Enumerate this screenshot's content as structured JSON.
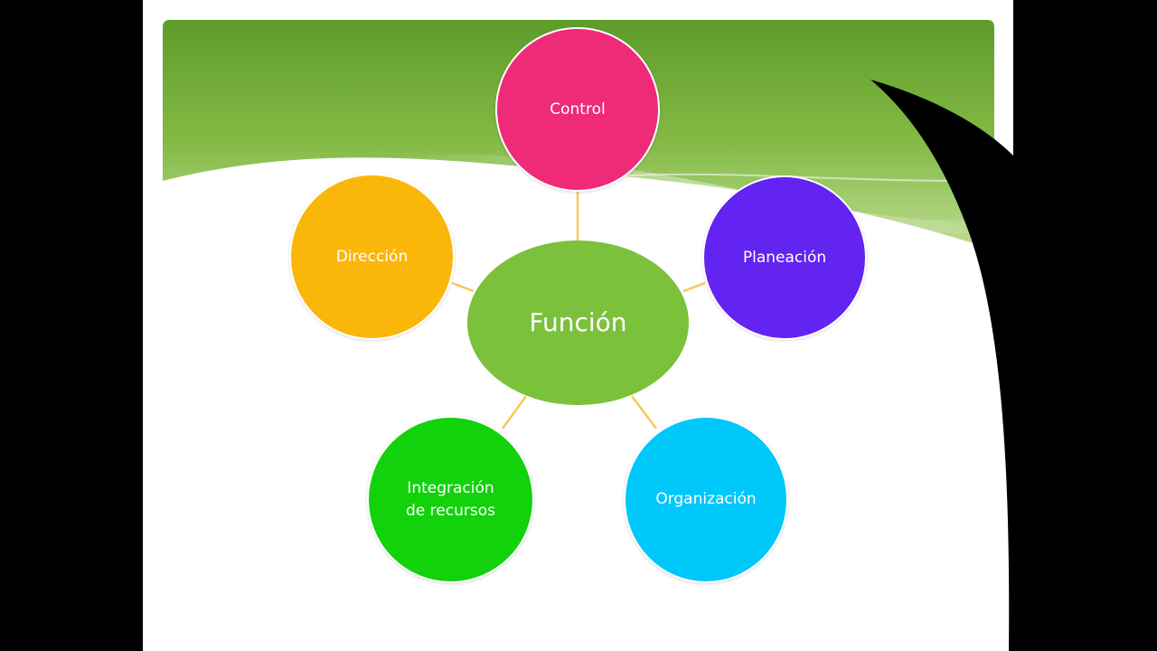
{
  "diagram": {
    "center": {
      "label": "Función",
      "color": "#7cc13b"
    },
    "nodes": [
      {
        "id": "control",
        "label": "Control",
        "color": "#ef2a79"
      },
      {
        "id": "planeacion",
        "label": "Planeación",
        "color": "#6323f0"
      },
      {
        "id": "organizacion",
        "label": "Organización",
        "color": "#00c8fa"
      },
      {
        "id": "integracion",
        "label": "Integración\nde recursos",
        "color": "#12d20c"
      },
      {
        "id": "direccion",
        "label": "Dirección",
        "color": "#fbb60a"
      }
    ],
    "connector_color": "#f4c95a"
  },
  "theme": {
    "banner_dark": "#5f9e2c",
    "banner_light": "#a3cd6a",
    "page_curl": "#000000"
  }
}
